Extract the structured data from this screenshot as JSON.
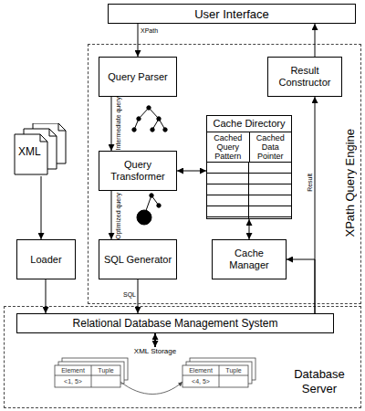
{
  "diagram": {
    "nodes": [
      {
        "text": [
          "User Interface"
        ]
      },
      {
        "text": [
          "XPath Query Engine"
        ]
      },
      {
        "text": [
          "Query Parser"
        ],
        "in": 1
      },
      {
        "text": [
          "Result Constructor"
        ],
        "in": 1
      },
      {
        "text": [
          "Cache Directory",
          "Cached Query Pattern",
          "Cached Data Pointer"
        ],
        "in": 1
      },
      {
        "text": [
          "Query Transformer"
        ],
        "in": 1
      },
      {
        "text": [
          "SQL Generator"
        ],
        "in": 1
      },
      {
        "text": [
          "Cache Manager"
        ],
        "in": 1
      },
      {
        "text": [
          "XML"
        ]
      },
      {
        "text": [
          "Loader"
        ]
      },
      {
        "text": [
          "Database Server"
        ]
      },
      {
        "text": [
          "Relational Database Management System"
        ],
        "in": 10
      },
      {
        "text": [
          "XML Storage"
        ],
        "in": 10
      }
    ],
    "edges": [
      {
        "from": 0,
        "to": 2,
        "label": "XPath",
        "arrow": "to"
      },
      {
        "from": 2,
        "to": 5,
        "label": "Intermediate query",
        "arrow": "to"
      },
      {
        "from": 5,
        "to": 6,
        "label": "Optimized query",
        "arrow": "to"
      },
      {
        "from": 5,
        "to": 4,
        "arrow": "both"
      },
      {
        "from": 4,
        "to": 7,
        "arrow": "both"
      },
      {
        "from": 11,
        "to": 3,
        "label": "Result",
        "arrow": "to"
      },
      {
        "from": 11,
        "to": 7,
        "arrow": "to"
      },
      {
        "from": 3,
        "to": 0,
        "arrow": "to"
      },
      {
        "from": 6,
        "to": 11,
        "label": "SQL",
        "arrow": "to"
      },
      {
        "from": 8,
        "to": 9,
        "arrow": "to"
      },
      {
        "from": 9,
        "to": 11,
        "arrow": "to"
      },
      {
        "from": 11,
        "to": 12,
        "arrow": "both"
      }
    ],
    "labels": [
      "Element",
      "Tuple",
      "<1, 5>",
      "Element",
      "Tuple",
      "<4, 5>"
    ]
  }
}
